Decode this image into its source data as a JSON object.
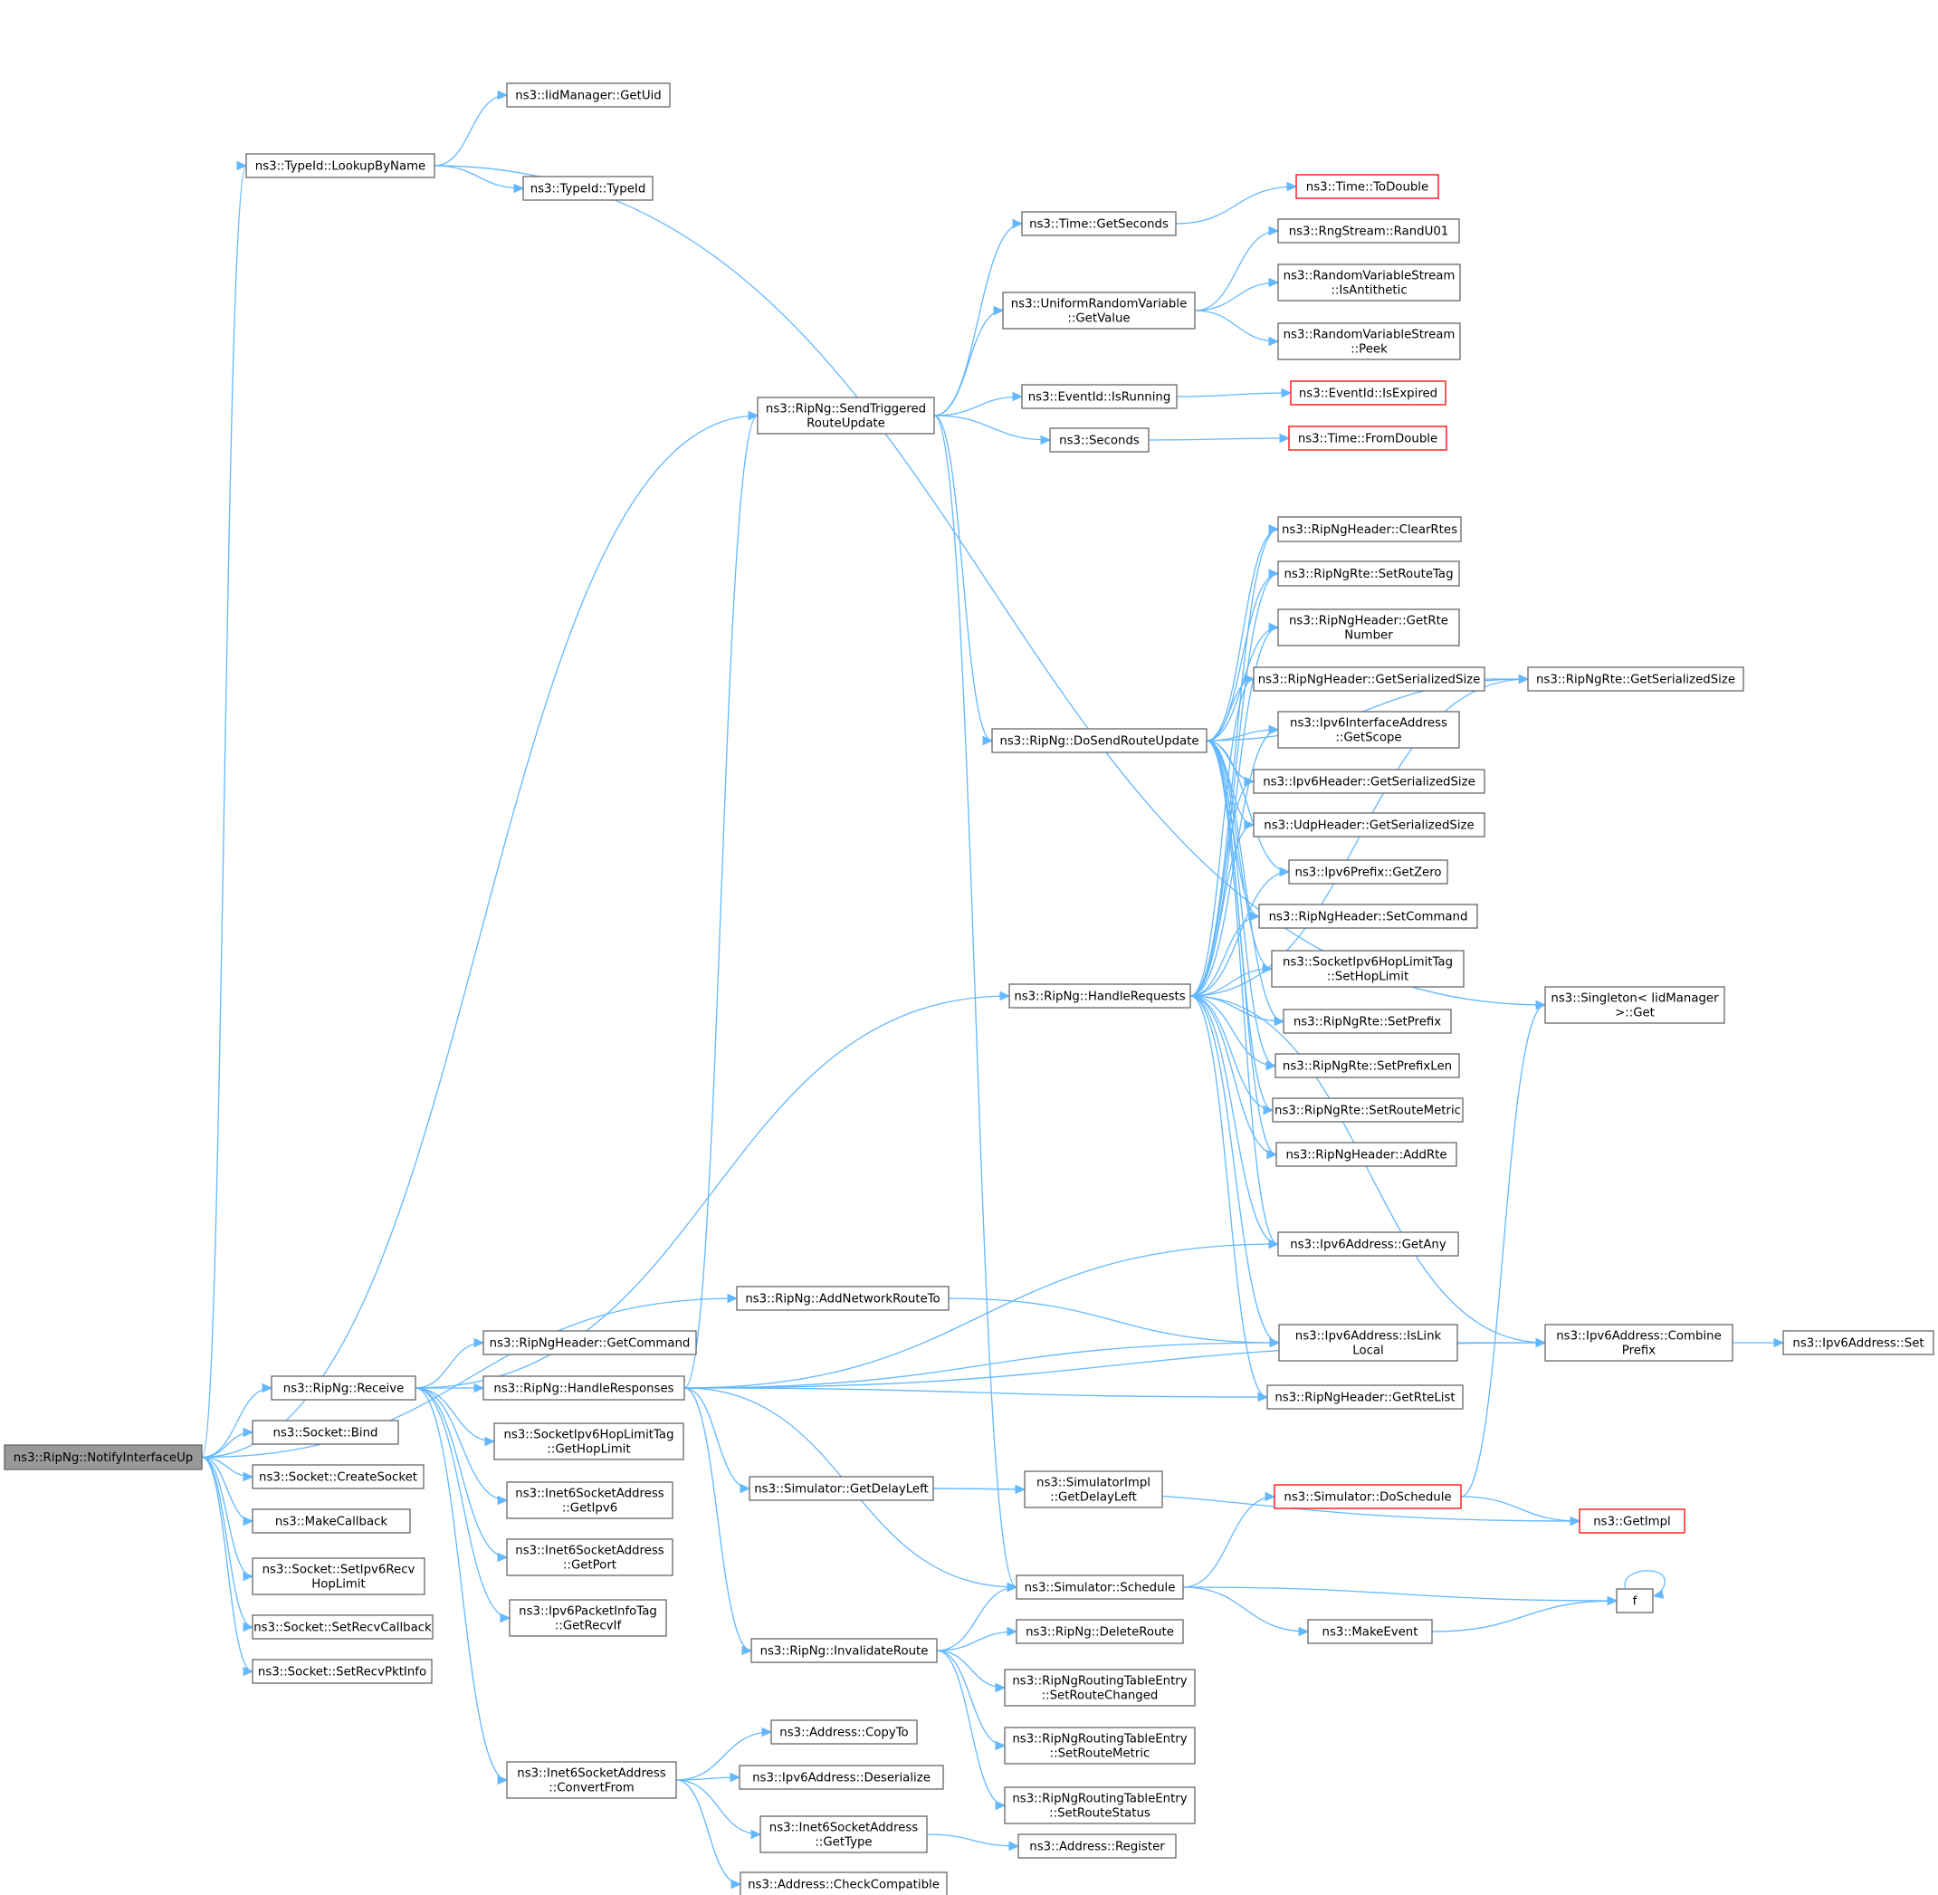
{
  "graph": {
    "nodes": [
      {
        "id": "n0",
        "lines": [
          "ns3::RipNg::NotifyInterfaceUp"
        ],
        "style": "root"
      },
      {
        "id": "n1",
        "lines": [
          "ns3::TypeId::LookupByName"
        ]
      },
      {
        "id": "n2",
        "lines": [
          "ns3::IidManager::GetUid"
        ]
      },
      {
        "id": "n3",
        "lines": [
          "ns3::TypeId::TypeId"
        ]
      },
      {
        "id": "n4",
        "lines": [
          "ns3::Time::GetSeconds"
        ]
      },
      {
        "id": "n5",
        "lines": [
          "ns3::Time::ToDouble"
        ],
        "style": "trunc"
      },
      {
        "id": "n6",
        "lines": [
          "ns3::RngStream::RandU01"
        ]
      },
      {
        "id": "n7",
        "lines": [
          "ns3::UniformRandomVariable",
          "::GetValue"
        ]
      },
      {
        "id": "n8",
        "lines": [
          "ns3::RandomVariableStream",
          "::IsAntithetic"
        ]
      },
      {
        "id": "n9",
        "lines": [
          "ns3::RandomVariableStream",
          "::Peek"
        ]
      },
      {
        "id": "n10",
        "lines": [
          "ns3::RipNg::SendTriggered",
          "RouteUpdate"
        ]
      },
      {
        "id": "n11",
        "lines": [
          "ns3::EventId::IsRunning"
        ]
      },
      {
        "id": "n12",
        "lines": [
          "ns3::EventId::IsExpired"
        ],
        "style": "trunc"
      },
      {
        "id": "n13",
        "lines": [
          "ns3::Seconds"
        ]
      },
      {
        "id": "n14",
        "lines": [
          "ns3::Time::FromDouble"
        ],
        "style": "trunc"
      },
      {
        "id": "n15",
        "lines": [
          "ns3::RipNgHeader::ClearRtes"
        ]
      },
      {
        "id": "n16",
        "lines": [
          "ns3::RipNgRte::SetRouteTag"
        ]
      },
      {
        "id": "n17",
        "lines": [
          "ns3::RipNgHeader::GetRte",
          "Number"
        ]
      },
      {
        "id": "n18",
        "lines": [
          "ns3::RipNgHeader::GetSerializedSize"
        ]
      },
      {
        "id": "n19",
        "lines": [
          "ns3::RipNgRte::GetSerializedSize"
        ]
      },
      {
        "id": "n20",
        "lines": [
          "ns3::Ipv6InterfaceAddress",
          "::GetScope"
        ]
      },
      {
        "id": "n21",
        "lines": [
          "ns3::RipNg::DoSendRouteUpdate"
        ]
      },
      {
        "id": "n22",
        "lines": [
          "ns3::Ipv6Header::GetSerializedSize"
        ]
      },
      {
        "id": "n23",
        "lines": [
          "ns3::UdpHeader::GetSerializedSize"
        ]
      },
      {
        "id": "n24",
        "lines": [
          "ns3::Ipv6Prefix::GetZero"
        ]
      },
      {
        "id": "n25",
        "lines": [
          "ns3::RipNgHeader::SetCommand"
        ]
      },
      {
        "id": "n26",
        "lines": [
          "ns3::SocketIpv6HopLimitTag",
          "::SetHopLimit"
        ]
      },
      {
        "id": "n27",
        "lines": [
          "ns3::RipNg::HandleRequests"
        ]
      },
      {
        "id": "n28",
        "lines": [
          "ns3::Singleton< IidManager",
          " >::Get"
        ]
      },
      {
        "id": "n29",
        "lines": [
          "ns3::RipNgRte::SetPrefix"
        ]
      },
      {
        "id": "n30",
        "lines": [
          "ns3::RipNgRte::SetPrefixLen"
        ]
      },
      {
        "id": "n31",
        "lines": [
          "ns3::RipNgRte::SetRouteMetric"
        ]
      },
      {
        "id": "n32",
        "lines": [
          "ns3::RipNgHeader::AddRte"
        ]
      },
      {
        "id": "n33",
        "lines": [
          "ns3::Ipv6Address::GetAny"
        ]
      },
      {
        "id": "n34",
        "lines": [
          "ns3::RipNg::AddNetworkRouteTo"
        ]
      },
      {
        "id": "n35",
        "lines": [
          "ns3::RipNgHeader::GetCommand"
        ]
      },
      {
        "id": "n36",
        "lines": [
          "ns3::Ipv6Address::IsLink",
          "Local"
        ]
      },
      {
        "id": "n37",
        "lines": [
          "ns3::Ipv6Address::Combine",
          "Prefix"
        ]
      },
      {
        "id": "n38",
        "lines": [
          "ns3::Ipv6Address::Set"
        ]
      },
      {
        "id": "n39",
        "lines": [
          "ns3::RipNg::Receive"
        ]
      },
      {
        "id": "n40",
        "lines": [
          "ns3::RipNg::HandleResponses"
        ]
      },
      {
        "id": "n41",
        "lines": [
          "ns3::RipNgHeader::GetRteList"
        ]
      },
      {
        "id": "n42",
        "lines": [
          "ns3::Socket::Bind"
        ]
      },
      {
        "id": "n43",
        "lines": [
          "ns3::SocketIpv6HopLimitTag",
          "::GetHopLimit"
        ]
      },
      {
        "id": "n44",
        "lines": [
          "ns3::Socket::CreateSocket"
        ]
      },
      {
        "id": "n45",
        "lines": [
          "ns3::Simulator::GetDelayLeft"
        ]
      },
      {
        "id": "n46",
        "lines": [
          "ns3::SimulatorImpl",
          "::GetDelayLeft"
        ]
      },
      {
        "id": "n47",
        "lines": [
          "ns3::Simulator::DoSchedule"
        ],
        "style": "trunc"
      },
      {
        "id": "n48",
        "lines": [
          "ns3::GetImpl"
        ],
        "style": "trunc"
      },
      {
        "id": "n49",
        "lines": [
          "ns3::Inet6SocketAddress",
          "::GetIpv6"
        ]
      },
      {
        "id": "n50",
        "lines": [
          "ns3::MakeCallback"
        ]
      },
      {
        "id": "n51",
        "lines": [
          "ns3::Inet6SocketAddress",
          "::GetPort"
        ]
      },
      {
        "id": "n52",
        "lines": [
          "ns3::Socket::SetIpv6Recv",
          "HopLimit"
        ]
      },
      {
        "id": "n53",
        "lines": [
          "ns3::Simulator::Schedule"
        ]
      },
      {
        "id": "n54",
        "lines": [
          "f"
        ]
      },
      {
        "id": "n55",
        "lines": [
          "ns3::Ipv6PacketInfoTag",
          "::GetRecvIf"
        ]
      },
      {
        "id": "n56",
        "lines": [
          "ns3::Socket::SetRecvCallback"
        ]
      },
      {
        "id": "n57",
        "lines": [
          "ns3::MakeEvent"
        ]
      },
      {
        "id": "n58",
        "lines": [
          "ns3::RipNg::DeleteRoute"
        ]
      },
      {
        "id": "n59",
        "lines": [
          "ns3::Socket::SetRecvPktInfo"
        ]
      },
      {
        "id": "n60",
        "lines": [
          "ns3::RipNg::InvalidateRoute"
        ]
      },
      {
        "id": "n61",
        "lines": [
          "ns3::RipNgRoutingTableEntry",
          "::SetRouteChanged"
        ]
      },
      {
        "id": "n62",
        "lines": [
          "ns3::RipNgRoutingTableEntry",
          "::SetRouteMetric"
        ]
      },
      {
        "id": "n63",
        "lines": [
          "ns3::RipNgRoutingTableEntry",
          "::SetRouteStatus"
        ]
      },
      {
        "id": "n64",
        "lines": [
          "ns3::Address::CopyTo"
        ]
      },
      {
        "id": "n65",
        "lines": [
          "ns3::Inet6SocketAddress",
          "::ConvertFrom"
        ]
      },
      {
        "id": "n66",
        "lines": [
          "ns3::Ipv6Address::Deserialize"
        ]
      },
      {
        "id": "n67",
        "lines": [
          "ns3::Inet6SocketAddress",
          "::GetType"
        ]
      },
      {
        "id": "n68",
        "lines": [
          "ns3::Address::Register"
        ]
      },
      {
        "id": "n69",
        "lines": [
          "ns3::Address::CheckCompatible"
        ]
      }
    ],
    "edges": [
      [
        "n0",
        "n1"
      ],
      [
        "n0",
        "n10"
      ],
      [
        "n0",
        "n34"
      ],
      [
        "n0",
        "n39"
      ],
      [
        "n0",
        "n42"
      ],
      [
        "n0",
        "n44"
      ],
      [
        "n0",
        "n50"
      ],
      [
        "n0",
        "n52"
      ],
      [
        "n0",
        "n56"
      ],
      [
        "n0",
        "n59"
      ],
      [
        "n1",
        "n2"
      ],
      [
        "n1",
        "n3"
      ],
      [
        "n1",
        "n28"
      ],
      [
        "n10",
        "n4"
      ],
      [
        "n10",
        "n7"
      ],
      [
        "n10",
        "n11"
      ],
      [
        "n10",
        "n13"
      ],
      [
        "n10",
        "n21"
      ],
      [
        "n10",
        "n53"
      ],
      [
        "n4",
        "n5"
      ],
      [
        "n7",
        "n6"
      ],
      [
        "n7",
        "n8"
      ],
      [
        "n7",
        "n9"
      ],
      [
        "n11",
        "n12"
      ],
      [
        "n13",
        "n14"
      ],
      [
        "n21",
        "n15"
      ],
      [
        "n21",
        "n16"
      ],
      [
        "n21",
        "n17"
      ],
      [
        "n21",
        "n18"
      ],
      [
        "n21",
        "n19"
      ],
      [
        "n21",
        "n20"
      ],
      [
        "n21",
        "n22"
      ],
      [
        "n21",
        "n23"
      ],
      [
        "n21",
        "n24"
      ],
      [
        "n21",
        "n25"
      ],
      [
        "n21",
        "n26"
      ],
      [
        "n21",
        "n29"
      ],
      [
        "n21",
        "n30"
      ],
      [
        "n21",
        "n31"
      ],
      [
        "n21",
        "n32"
      ],
      [
        "n21",
        "n33"
      ],
      [
        "n18",
        "n19"
      ],
      [
        "n27",
        "n15"
      ],
      [
        "n27",
        "n16"
      ],
      [
        "n27",
        "n17"
      ],
      [
        "n27",
        "n18"
      ],
      [
        "n27",
        "n19"
      ],
      [
        "n27",
        "n20"
      ],
      [
        "n27",
        "n22"
      ],
      [
        "n27",
        "n23"
      ],
      [
        "n27",
        "n24"
      ],
      [
        "n27",
        "n25"
      ],
      [
        "n27",
        "n26"
      ],
      [
        "n27",
        "n29"
      ],
      [
        "n27",
        "n30"
      ],
      [
        "n27",
        "n31"
      ],
      [
        "n27",
        "n32"
      ],
      [
        "n27",
        "n33"
      ],
      [
        "n27",
        "n36"
      ],
      [
        "n27",
        "n37"
      ],
      [
        "n27",
        "n41"
      ],
      [
        "n34",
        "n36"
      ],
      [
        "n36",
        "n37"
      ],
      [
        "n37",
        "n38"
      ],
      [
        "n39",
        "n27"
      ],
      [
        "n39",
        "n35"
      ],
      [
        "n39",
        "n40"
      ],
      [
        "n39",
        "n43"
      ],
      [
        "n39",
        "n49"
      ],
      [
        "n39",
        "n51"
      ],
      [
        "n39",
        "n55"
      ],
      [
        "n39",
        "n65"
      ],
      [
        "n40",
        "n10"
      ],
      [
        "n40",
        "n33"
      ],
      [
        "n40",
        "n36"
      ],
      [
        "n40",
        "n41"
      ],
      [
        "n40",
        "n37"
      ],
      [
        "n40",
        "n45"
      ],
      [
        "n40",
        "n53"
      ],
      [
        "n40",
        "n60"
      ],
      [
        "n45",
        "n46"
      ],
      [
        "n45",
        "n48"
      ],
      [
        "n47",
        "n28"
      ],
      [
        "n47",
        "n48"
      ],
      [
        "n53",
        "n47"
      ],
      [
        "n53",
        "n54"
      ],
      [
        "n53",
        "n57"
      ],
      [
        "n54",
        "n54"
      ],
      [
        "n57",
        "n54"
      ],
      [
        "n60",
        "n53"
      ],
      [
        "n60",
        "n58"
      ],
      [
        "n60",
        "n61"
      ],
      [
        "n60",
        "n62"
      ],
      [
        "n60",
        "n63"
      ],
      [
        "n65",
        "n64"
      ],
      [
        "n65",
        "n66"
      ],
      [
        "n65",
        "n67"
      ],
      [
        "n65",
        "n69"
      ],
      [
        "n67",
        "n68"
      ]
    ]
  }
}
